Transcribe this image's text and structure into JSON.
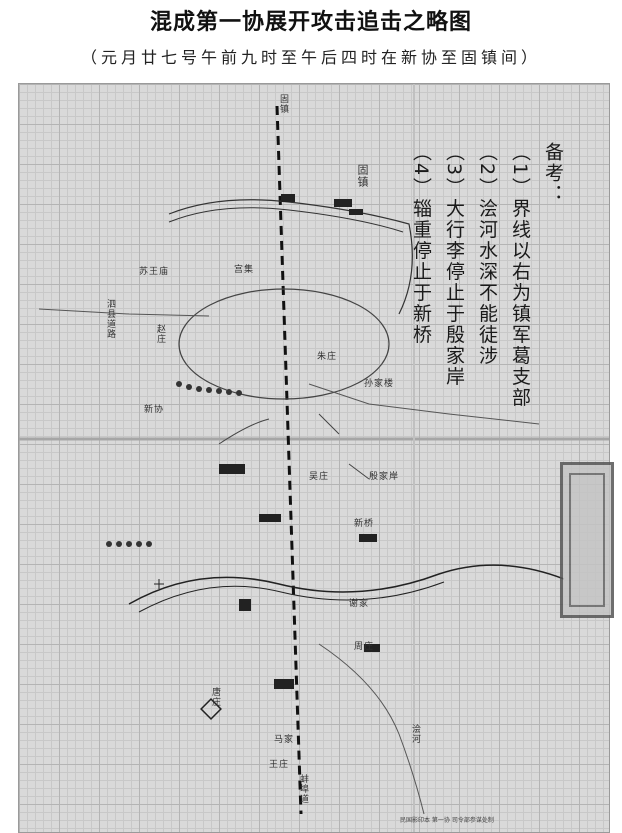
{
  "title": "混成第一协展开攻击追击之略图",
  "subtitle": "（元月廿七号午前九时至午后四时在新协至固镇间）",
  "notes": {
    "heading": "备考：",
    "items": [
      "（1）界线以右为镇军葛支部",
      "（2）浍河水深不能徒涉",
      "（3）大行李停止于殷家岸",
      "（4）辎重停止于新桥"
    ]
  },
  "places": {
    "top_road": "固镇",
    "guzhen": "固镇",
    "xinzhuang_nw": "苏王庙",
    "road_west": "泗县道路",
    "village_w": "赵庄",
    "gong_ji": "宫集",
    "zhu_a": "朱庄",
    "zhu_b": "孙家楼",
    "yin_jia": "殷家岸",
    "xin_qiao": "新桥",
    "wu_zhuang": "吴庄",
    "tang_zhuang": "唐庄",
    "xie_jia": "谢家",
    "zhou_zhuang": "周庄",
    "ma_jia": "马家",
    "wang_zhuang": "王庄",
    "south_road": "蚌埠道",
    "sw_river": "浍河",
    "bottom_note": "新协"
  },
  "footer": "民国影印本 第一协 司令部参谋处制"
}
